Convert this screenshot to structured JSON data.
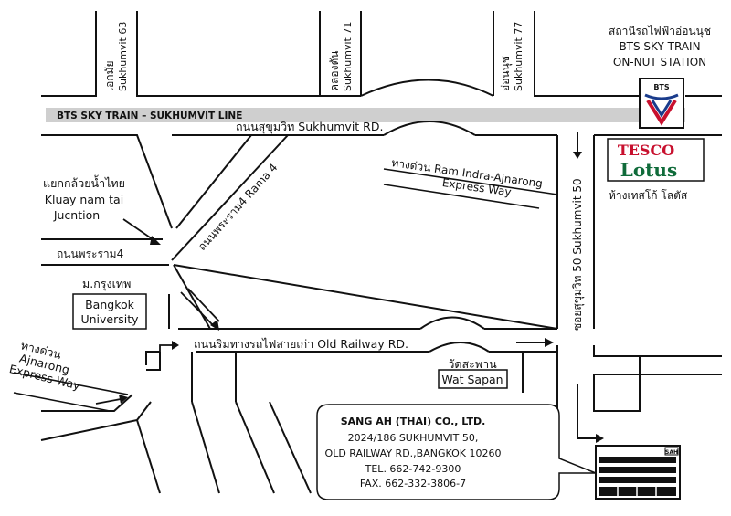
{
  "map": {
    "streets_top": [
      {
        "thai": "เอกมัย",
        "en": "Sukhumvit 63"
      },
      {
        "thai": "คลองตัน",
        "en": "Sukhumvit 71"
      },
      {
        "thai": "อ่อนนุช",
        "en": "Sukhumvit 77"
      }
    ],
    "bts_station": {
      "thai": "สถานีรถไฟฟ้าอ่อนนุช",
      "en_line1": "BTS SKY TRAIN",
      "en_line2": "ON-NUT STATION",
      "logo_text": "BTS"
    },
    "skytrain_line": "BTS SKY TRAIN – SUKHUMVIT LINE",
    "sukhumvit_road": "ถนนสุขุมวิท Sukhumvit RD.",
    "tesco": {
      "brand1": "TESCO",
      "brand2": "Lotus",
      "thai": "ห้างเทสโก้ โลตัส"
    },
    "expressway_ram_indra": {
      "line1": "ทางด่วน Ram Indra-Ajnarong",
      "line2": "Express Way"
    },
    "soi_50": "ซอยสุขุมวิท 50 Sukhumvit 50",
    "kluay_nam_tai": {
      "thai": "แยกกล้วยน้ำไทย",
      "en1": "Kluay nam tai",
      "en2": "Jucntion"
    },
    "rama4_left": "ถนนพระราม4",
    "rama4_diag": "ถนนพระราม4 Rama 4",
    "bangkok_univ": {
      "thai": "ม.กรุงเทพ",
      "en1": "Bangkok",
      "en2": "University"
    },
    "old_railway": "ถนนริมทางรถไฟสายเก่า Old Railway RD.",
    "ajnarong_express": {
      "thai": "ทางด่วน",
      "en1": "Ajnarong",
      "en2": "Express Way"
    },
    "wat_sapan": {
      "thai": "วัดสะพาน",
      "en": "Wat Sapan"
    },
    "company": {
      "name": "SANG AH (THAI) CO., LTD.",
      "address1": "2024/186 SUKHUMVIT 50,",
      "address2": "OLD RAILWAY RD.,BANGKOK 10260",
      "tel": "TEL. 662-742-9300",
      "fax": "FAX. 662-332-3806-7"
    },
    "building_sign": "SAH"
  }
}
